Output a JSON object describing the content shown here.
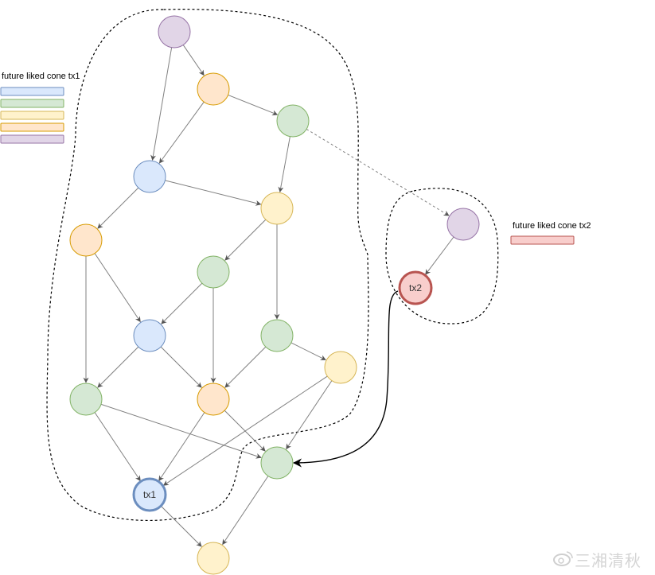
{
  "legend_tx1": {
    "title": "future liked cone tx1",
    "swatches": [
      "blue",
      "green",
      "yellow",
      "orange",
      "purple"
    ]
  },
  "legend_tx2": {
    "title": "future liked cone tx2",
    "swatches": [
      "red"
    ]
  },
  "colors": {
    "blue": {
      "fill": "#dae8fc",
      "stroke": "#6c8ebf"
    },
    "green": {
      "fill": "#d5e8d4",
      "stroke": "#82b366"
    },
    "yellow": {
      "fill": "#fff2cc",
      "stroke": "#d6b656"
    },
    "orange": {
      "fill": "#ffe6cc",
      "stroke": "#d79b00"
    },
    "purple": {
      "fill": "#e1d5e7",
      "stroke": "#9673a6"
    },
    "red": {
      "fill": "#f8cecc",
      "stroke": "#b85450"
    },
    "edge": "#808080",
    "edge_highlight": "#000000"
  },
  "nodes": [
    {
      "id": "n1",
      "color": "purple"
    },
    {
      "id": "n2",
      "color": "orange"
    },
    {
      "id": "n3",
      "color": "green"
    },
    {
      "id": "n4",
      "color": "blue"
    },
    {
      "id": "n5",
      "color": "yellow"
    },
    {
      "id": "n6",
      "color": "orange"
    },
    {
      "id": "n7",
      "color": "green"
    },
    {
      "id": "n8",
      "color": "blue"
    },
    {
      "id": "n9",
      "color": "green"
    },
    {
      "id": "n10",
      "color": "yellow"
    },
    {
      "id": "n11",
      "color": "green"
    },
    {
      "id": "n12",
      "color": "orange"
    },
    {
      "id": "n13",
      "color": "green"
    },
    {
      "id": "tx1",
      "color": "blue",
      "label": "tx1",
      "emphasis": true
    },
    {
      "id": "n15",
      "color": "yellow"
    },
    {
      "id": "n16",
      "color": "purple"
    },
    {
      "id": "tx2",
      "color": "red",
      "label": "tx2",
      "emphasis": true
    }
  ],
  "edges": [
    {
      "from": "n1",
      "to": "n2"
    },
    {
      "from": "n1",
      "to": "n4"
    },
    {
      "from": "n2",
      "to": "n3"
    },
    {
      "from": "n2",
      "to": "n4"
    },
    {
      "from": "n3",
      "to": "n5"
    },
    {
      "from": "n3",
      "to": "n16",
      "style": "dashed"
    },
    {
      "from": "n4",
      "to": "n6"
    },
    {
      "from": "n4",
      "to": "n5"
    },
    {
      "from": "n5",
      "to": "n7"
    },
    {
      "from": "n5",
      "to": "n9"
    },
    {
      "from": "n6",
      "to": "n8"
    },
    {
      "from": "n6",
      "to": "n11"
    },
    {
      "from": "n7",
      "to": "n8"
    },
    {
      "from": "n7",
      "to": "n12"
    },
    {
      "from": "n8",
      "to": "n11"
    },
    {
      "from": "n8",
      "to": "n12"
    },
    {
      "from": "n9",
      "to": "n12"
    },
    {
      "from": "n9",
      "to": "n10"
    },
    {
      "from": "n10",
      "to": "tx1"
    },
    {
      "from": "n10",
      "to": "n13"
    },
    {
      "from": "n11",
      "to": "tx1"
    },
    {
      "from": "n11",
      "to": "n13"
    },
    {
      "from": "n12",
      "to": "tx1"
    },
    {
      "from": "n12",
      "to": "n13"
    },
    {
      "from": "tx1",
      "to": "n15"
    },
    {
      "from": "n13",
      "to": "n15"
    },
    {
      "from": "n16",
      "to": "tx2"
    },
    {
      "from": "tx2",
      "to": "n13",
      "style": "curved"
    }
  ],
  "watermark": {
    "text": "三湘清秋",
    "icon": "weibo-icon"
  }
}
